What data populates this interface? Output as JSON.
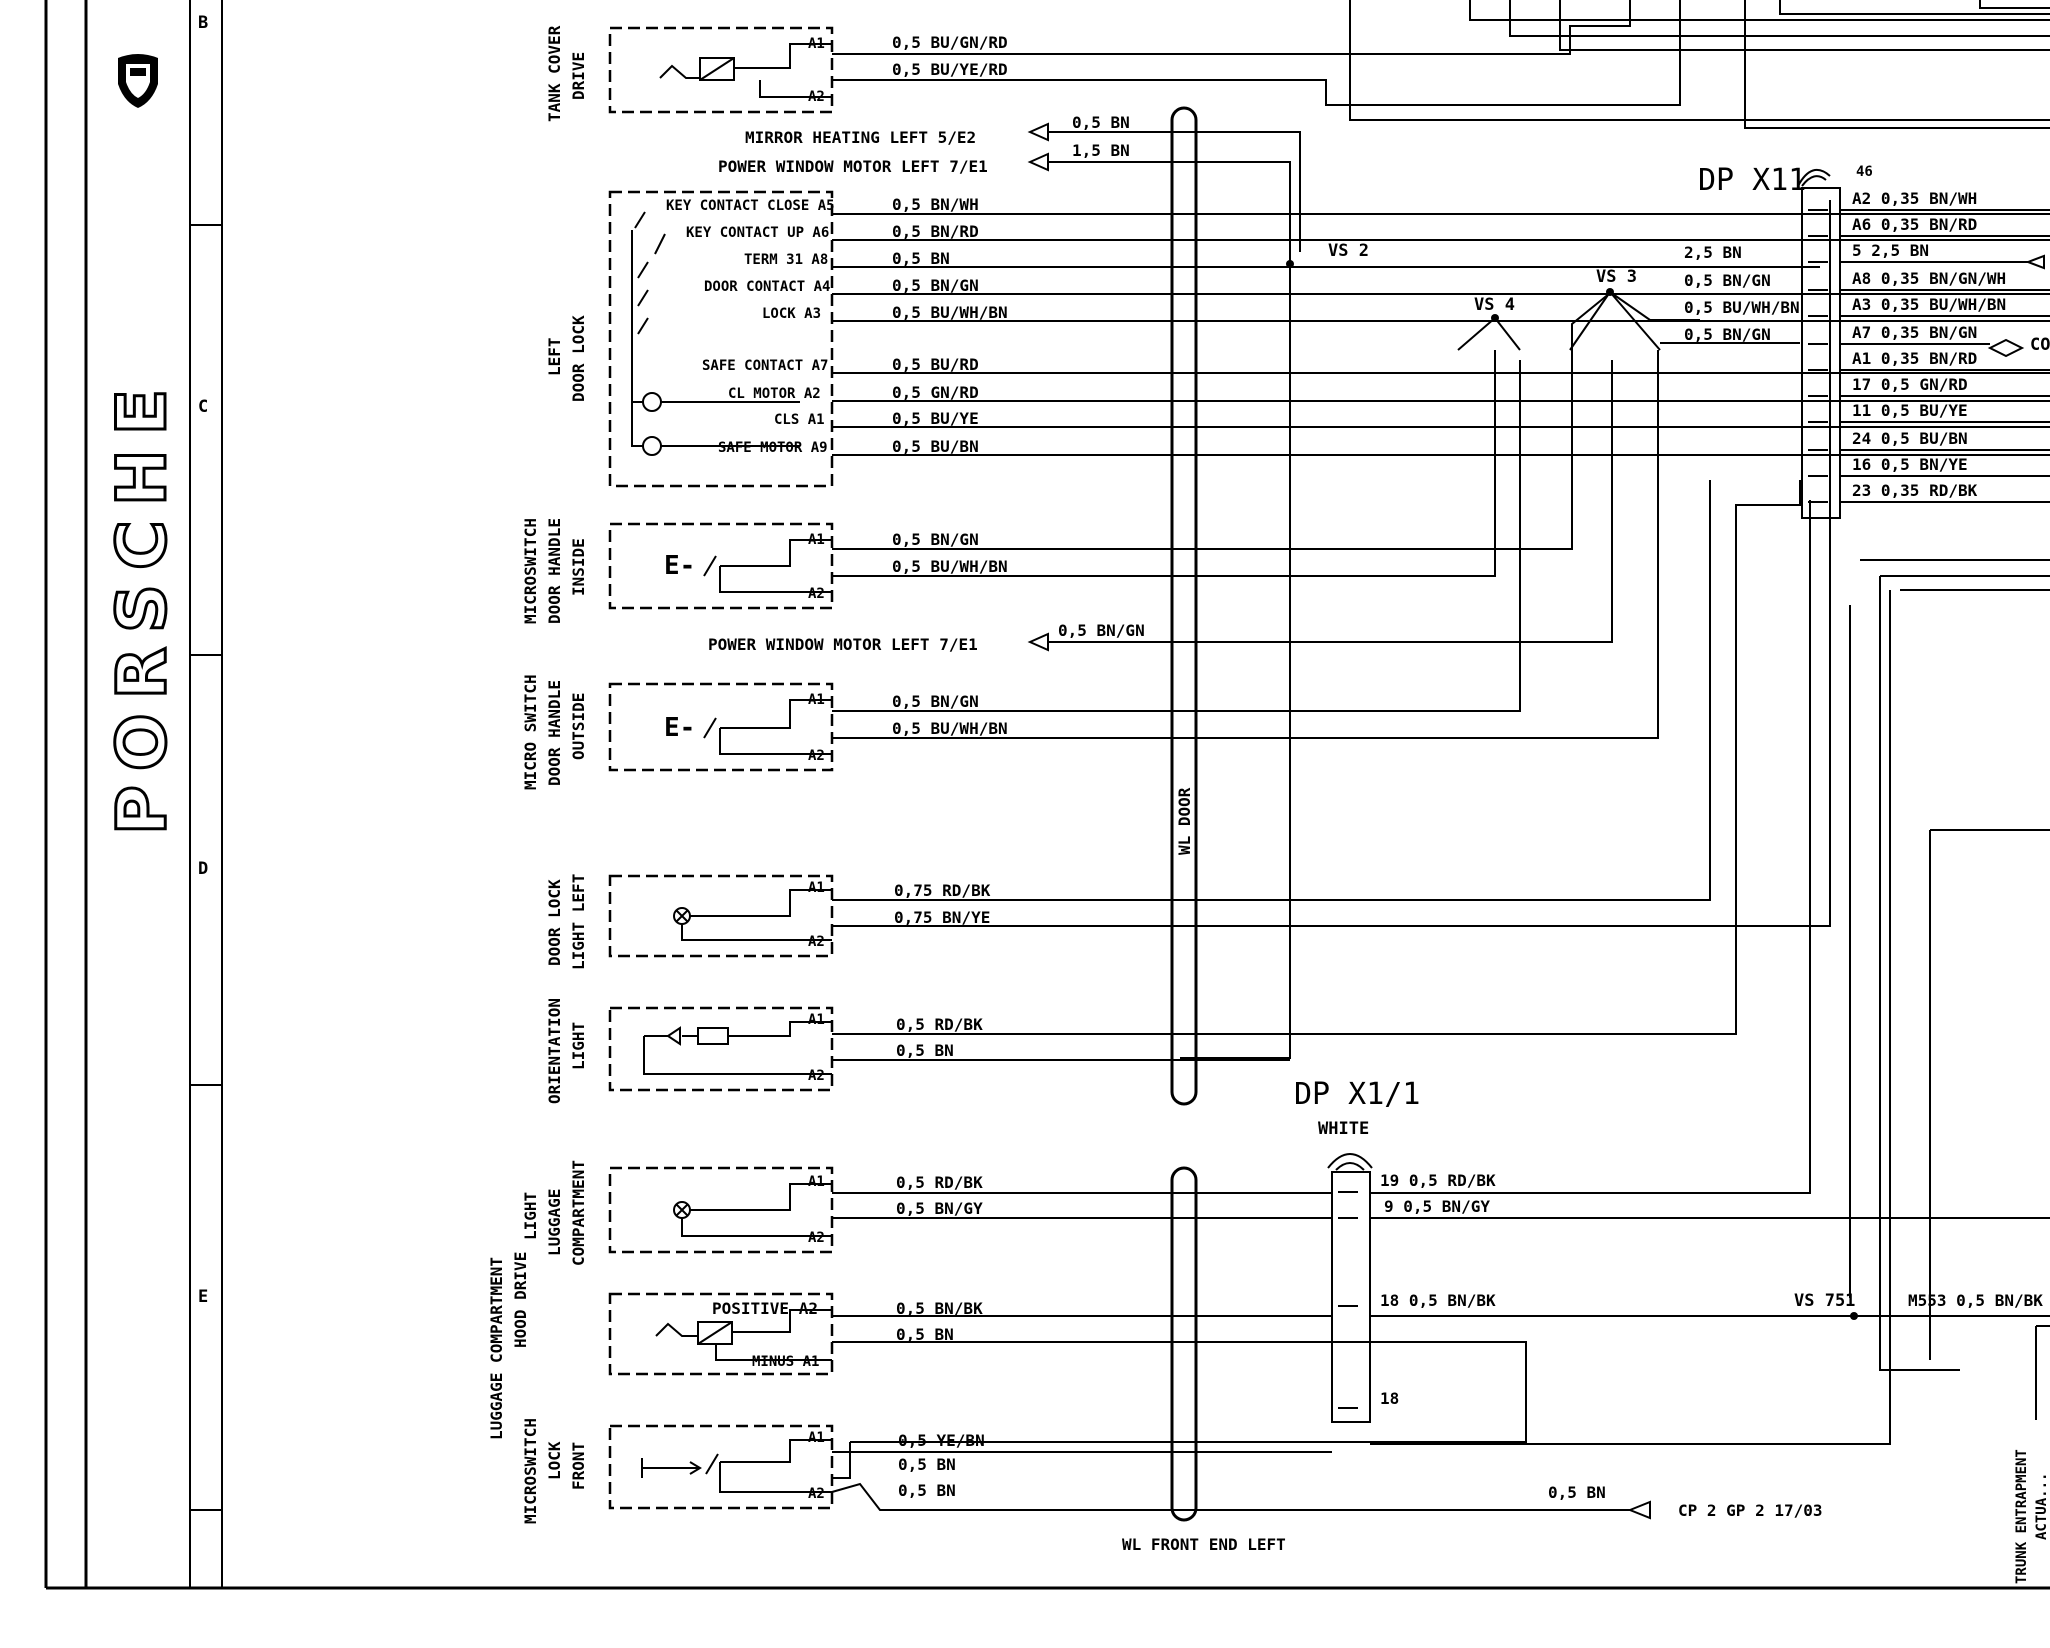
{
  "sheet": {
    "brand": "PORSCHE",
    "grid_letters": [
      "B",
      "C",
      "D",
      "E"
    ]
  },
  "components": {
    "tank_cover_drive": {
      "label": [
        "TANK COVER",
        "DRIVE"
      ],
      "pins": [
        "A1",
        "A2"
      ],
      "wires": [
        "0,5 BU/GN/RD",
        "0,5 BU/YE/RD"
      ]
    },
    "references": [
      {
        "text": "MIRROR HEATING  LEFT  5/E2",
        "wire": "0,5  BN"
      },
      {
        "text": "POWER WINDOW MOTOR LEFT  7/E1",
        "wire": "1,5  BN"
      }
    ],
    "left_door_lock": {
      "label": [
        "LEFT",
        "DOOR LOCK"
      ],
      "rows": [
        {
          "text": "KEY CONTACT CLOSE  A5",
          "wire": "0,5  BN/WH"
        },
        {
          "text": "KEY CONTACT UP  A6",
          "wire": "0,5  BN/RD"
        },
        {
          "text": "TERM 31  A8",
          "wire": "0,5  BN"
        },
        {
          "text": "DOOR CONTACT  A4",
          "wire": "0,5  BN/GN"
        },
        {
          "text": "LOCK  A3",
          "wire": "0,5  BU/WH/BN"
        },
        {
          "text": "SAFE CONTACT  A7",
          "wire": "0,5  BU/RD"
        },
        {
          "text": "CL MOTOR  A2",
          "wire": "0,5  GN/RD"
        },
        {
          "text": "CLS  A1",
          "wire": "0,5  BU/YE"
        },
        {
          "text": "SAFE MOTOR  A9",
          "wire": "0,5  BU/BN"
        }
      ]
    },
    "microswitch_inside": {
      "label": [
        "MICROSWITCH",
        "DOOR HANDLE",
        "INSIDE"
      ],
      "pins": [
        "A1",
        "A2"
      ],
      "wires": [
        "0,5  BN/GN",
        "0,5  BU/WH/BN"
      ]
    },
    "pw_ref2": {
      "text": "POWER WINDOW MOTOR LEFT   7/E1",
      "wire": "0,5  BN/GN"
    },
    "microswitch_outside": {
      "label": [
        "MICRO SWITCH",
        "DOOR HANDLE",
        "OUTSIDE"
      ],
      "pins": [
        "A1",
        "A2"
      ],
      "wires": [
        "0,5  BN/GN",
        "0,5  BU/WH/BN"
      ]
    },
    "door_lock_light": {
      "label": [
        "DOOR LOCK",
        "LIGHT LEFT"
      ],
      "pins": [
        "A1",
        "A2"
      ],
      "wires": [
        "0,75  RD/BK",
        "0,75  BN/YE"
      ]
    },
    "orientation_light": {
      "label": [
        "ORIENTATION",
        "LIGHT"
      ],
      "pins": [
        "A1",
        "A2"
      ],
      "wires": [
        "0,5  RD/BK",
        "0,5  BN"
      ]
    },
    "light_luggage": {
      "label": [
        "LIGHT",
        "LUGGAGE",
        "COMPARTMENT"
      ],
      "pins": [
        "A1",
        "A2"
      ],
      "wires": [
        "0,5  RD/BK",
        "0,5  BN/GY"
      ]
    },
    "luggage_group": [
      "LUGGAGE COMPARTMENT",
      "HOOD DRIVE"
    ],
    "hood_drive": {
      "pins": [
        "POSITIVE  A2",
        "MINUS A1"
      ],
      "wires": [
        "0,5  BN/BK",
        "0,5  BN"
      ]
    },
    "microswitch_lock_front": {
      "label": [
        "MICROSWITCH",
        "LOCK",
        "FRONT"
      ],
      "pins": [
        "A1",
        "A2"
      ],
      "wires": [
        "0,5  YE/BN",
        "0,5  BN",
        "0,5  BN"
      ]
    },
    "cp_ref": {
      "wire": "0,5  BN",
      "text": "CP 2  GP 2  17/03"
    }
  },
  "harness": {
    "wl_door": "WL DOOR",
    "wl_front": "WL FRONT END LEFT"
  },
  "splices": [
    "VS 2",
    "VS 3",
    "VS 4",
    "VS 751"
  ],
  "vs3_wires": [
    "2,5  BN",
    "0,5  BN/GN",
    "0,5  BU/WH/BN",
    "0,5  BN/GN"
  ],
  "dp_x11": {
    "title": "DP  X11",
    "top_pin": "46",
    "rows": [
      "A2  0,35 BN/WH",
      "A6  0,35 BN/RD",
      "5  2,5  BN",
      "A8  0,35 BN/GN/WH",
      "A3  0,35 BU/WH/BN",
      "A7  0,35 BN/GN",
      "A1  0,35 BN/RD",
      "17  0,5  GN/RD",
      "11  0,5  BU/YE",
      "24  0,5  BU/BN",
      "16  0,5  BN/YE",
      "23  0,35 RD/BK"
    ],
    "side_text": "CO"
  },
  "dp_x1_1": {
    "title": "DP  X1/1",
    "subtitle": "WHITE",
    "rows": [
      "19  0,5  RD/BK",
      "9  0,5  BN/GY",
      "18  0,5  BN/BK",
      "18"
    ]
  },
  "m553": "M553  0,5  BN/BK",
  "trunk_label": [
    "TRUNK ENTRAPMENT",
    "ACTUA..."
  ]
}
